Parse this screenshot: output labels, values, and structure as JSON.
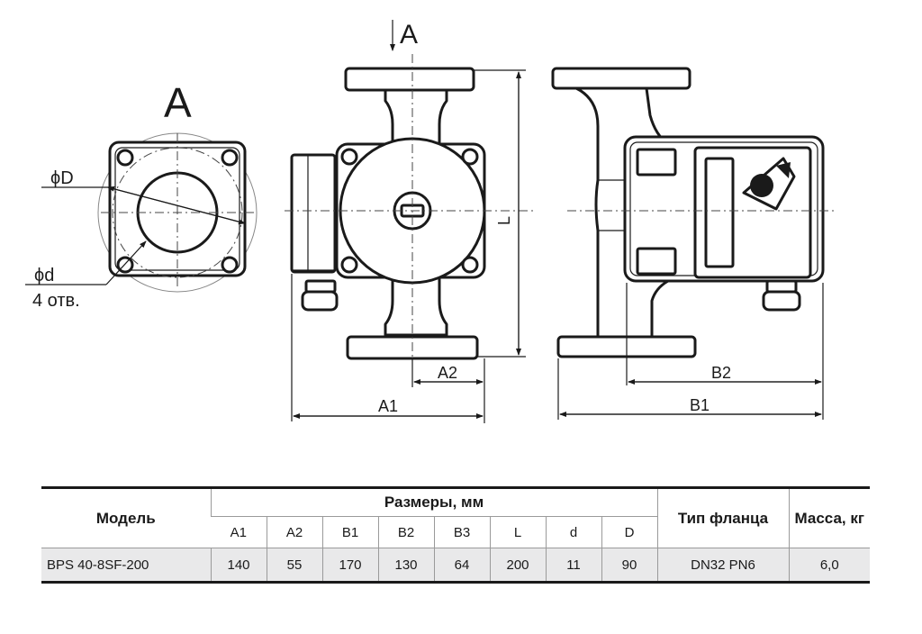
{
  "drawing": {
    "view_label_top": "A",
    "view_label_side": "A",
    "label_phiD": "ϕD",
    "label_phid": "ϕd",
    "label_holes": "4 отв.",
    "dim_A1": "A1",
    "dim_A2": "A2",
    "dim_B1": "B1",
    "dim_B2": "B2",
    "dim_L": "L"
  },
  "table": {
    "header": {
      "model": "Модель",
      "dimensions": "Размеры, мм",
      "flange_type": "Тип фланца",
      "mass": "Масса, кг",
      "dims": [
        "A1",
        "A2",
        "B1",
        "B2",
        "B3",
        "L",
        "d",
        "D"
      ]
    },
    "rows": [
      {
        "model": "BPS 40-8SF-200",
        "values": [
          "140",
          "55",
          "170",
          "130",
          "64",
          "200",
          "11",
          "90"
        ],
        "flange": "DN32 PN6",
        "mass": "6,0"
      }
    ]
  }
}
